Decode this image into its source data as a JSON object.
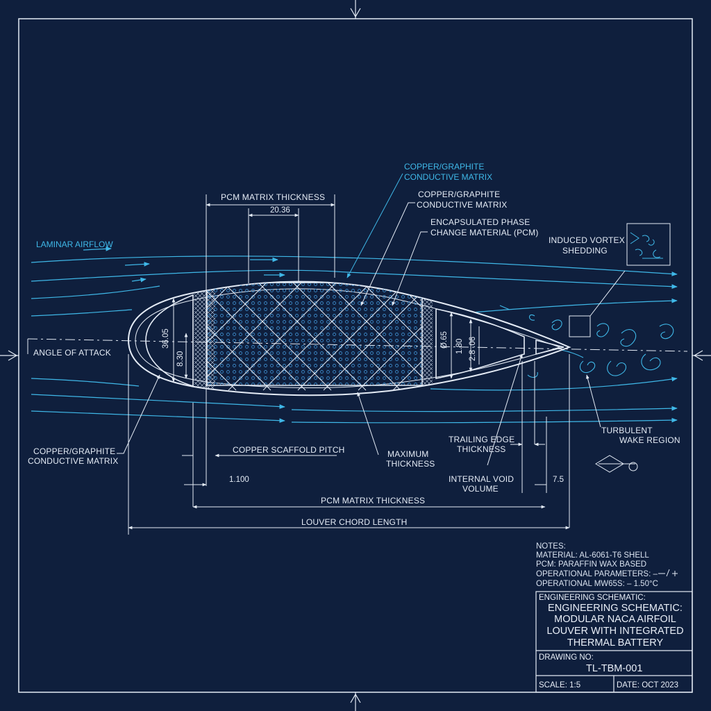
{
  "labels": {
    "laminar_airflow": "LAMINAR AIRFLOW",
    "angle_of_attack": "ANGLE OF ATTACK",
    "copper_graphite_left": [
      "COPPER/GRAPHITE",
      "CONDUCTIVE MATRIX"
    ],
    "pcm_matrix_thickness_top": "PCM MATRIX THICKNESS",
    "dim_20_36": "20.36",
    "copper_graphite_cyan": [
      "COPPER/GRAPHITE",
      "CONDUCTIVE MATRIX"
    ],
    "copper_graphite_white": [
      "COPPER/GRAPHITE",
      "CONDUCTIVE MATRIX"
    ],
    "encapsulated_pcm": [
      "ENCAPSULATED PHASE",
      "CHANGE MATERIAL (PCM)"
    ],
    "induced_vortex": [
      "INDUCED VORTEX",
      "SHEDDING"
    ],
    "dim_36_05": "36.05",
    "dim_8_30": "8.30",
    "dim_0_65": "Ø.65",
    "dim_1_80": "1.80",
    "dim_2_8_06": "2.8 .06",
    "turbulent_wake": [
      "TURBULENT",
      "WAKE REGION"
    ],
    "copper_scaffold_pitch": "COPPER SCAFFOLD PITCH",
    "maximum_thickness": [
      "MAXIMUM",
      "THICKNESS"
    ],
    "trailing_edge_thickness": [
      "TRAILING EDGE",
      "THICKNESS"
    ],
    "internal_void_volume": [
      "INTERNAL VOID",
      "VOLUME"
    ],
    "dim_1_100": "1.100",
    "dim_7_5": "7.5",
    "pcm_matrix_thickness_bottom": "PCM MATRIX THICKNESS",
    "louver_chord_length": "LOUVER CHORD LENGTH"
  },
  "notes": {
    "header": "NOTES:",
    "lines": [
      "MATERIAL: AL-6061-T6 SHELL",
      "PCM: PARAFFIN WAX BASED",
      "OPERATIONAL PARAMETERS: –",
      "OPERATIONAL MW65S: – 1.50°C"
    ]
  },
  "title_block": {
    "heading": "ENGINEERING SCHEMATIC:",
    "title_lines": [
      "ENGINEERING SCHEMATIC:",
      "MODULAR NACA AIRFOIL",
      "LOUVER WITH INTEGRATED",
      "THERMAL BATTERY"
    ],
    "drawing_no_label": "DRAWING NO:",
    "drawing_no": "TL-TBM-001",
    "scale": "SCALE: 1:5",
    "date": "DATE: OCT 2023"
  },
  "colors": {
    "background": "#0f1f3d",
    "line": "#e4ebf5",
    "flow": "#3fb8e8",
    "dots": "#3a86c4"
  }
}
